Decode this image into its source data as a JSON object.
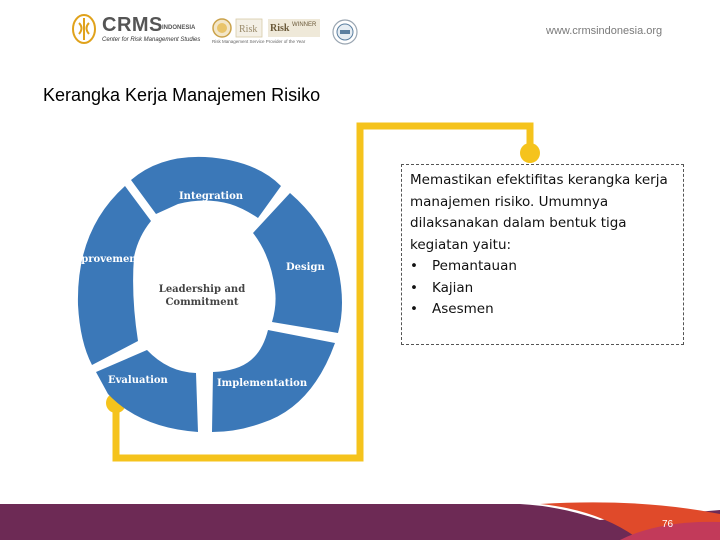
{
  "header": {
    "logo_text": "CRMS",
    "logo_sub": "INDONESIA",
    "logo_tagline": "Center for Risk Management Studies",
    "award_caption": "Risk Management Service Provider of the Year",
    "award_text": "Risk",
    "award_winner": "WINNER",
    "website": "www.crmsindonesia.org"
  },
  "title": "Kerangka Kerja Manajemen Risiko",
  "diagram": {
    "center_line1": "Leadership and",
    "center_line2": "Commitment",
    "segments": [
      "Integration",
      "Design",
      "Implementation",
      "Evaluation",
      "Improvement"
    ],
    "segment_color": "#3b78b8",
    "connector_color": "#f5c31c"
  },
  "textbox": {
    "paragraph": "Memastikan efektifitas kerangka kerja manajemen risiko. Umumnya dilaksanakan dalam bentuk tiga kegiatan yaitu:",
    "bullet_symbol": "•",
    "bullets": [
      "Pemantauan",
      "Kajian",
      "Asesmen"
    ]
  },
  "footer": {
    "page_number": "76",
    "colors": [
      "#6d2a55",
      "#e04a2a",
      "#c23a5a"
    ]
  }
}
